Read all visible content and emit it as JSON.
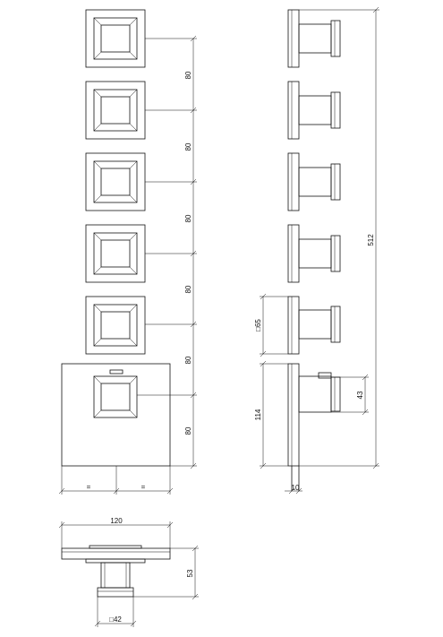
{
  "front_view": {
    "spacing_labels": [
      "80",
      "80",
      "80",
      "80",
      "80",
      "80"
    ],
    "width_labels": [
      "=",
      "="
    ]
  },
  "side_view": {
    "total_height": "512",
    "plate_height": "114",
    "knob_size": "□65",
    "handle_height": "43",
    "depth": "10"
  },
  "top_view": {
    "width": "120",
    "height": "53",
    "knob_diameter": "□42"
  }
}
